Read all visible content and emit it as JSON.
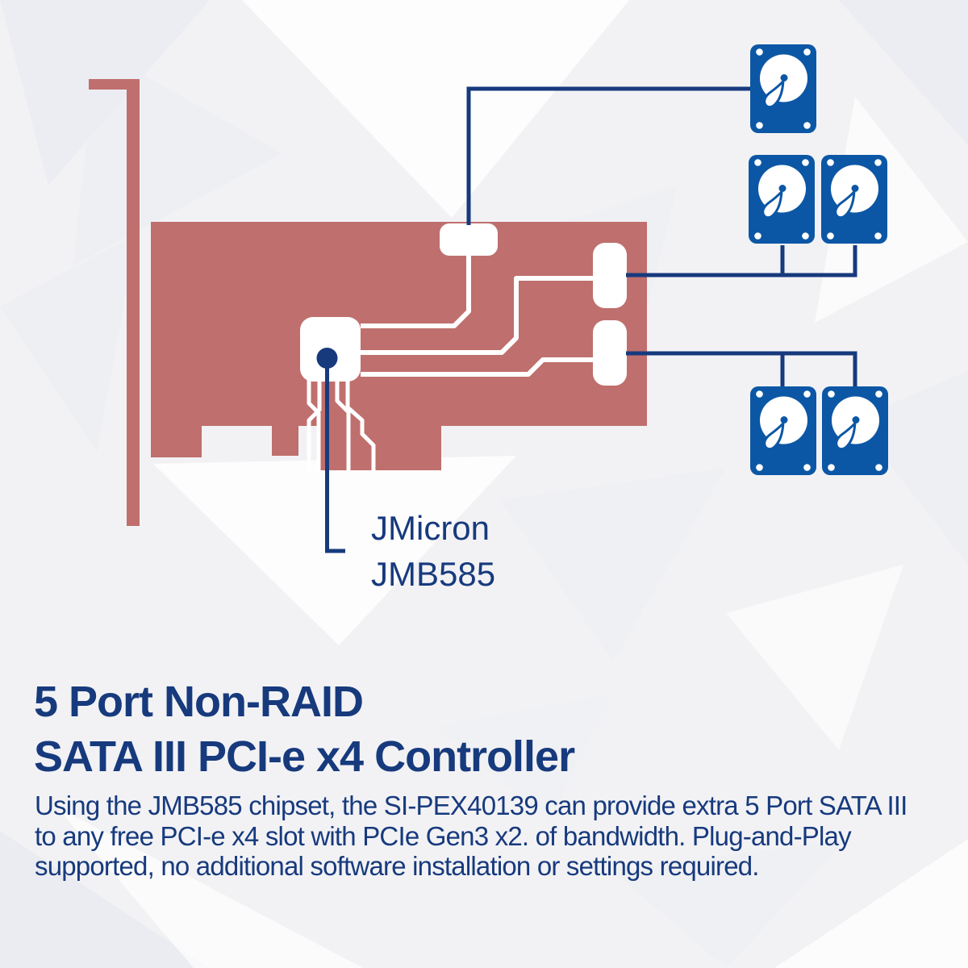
{
  "colors": {
    "navy": "#173A7D",
    "hdd_blue": "#0C57A5",
    "card_pink": "#BF6F6D",
    "background": "#F2F2F5",
    "trace_white": "#FFFFFF"
  },
  "diagram": {
    "chip_label": {
      "line1": "JMicron",
      "line2": "JMB585"
    },
    "icons": {
      "card": "pcie-card",
      "bracket": "pci-bracket",
      "chip": "controller-chip-icon",
      "ports": [
        "sata-port-top",
        "sata-port-right-1",
        "sata-port-right-2"
      ],
      "drives": [
        "hdd-icon",
        "hdd-icon",
        "hdd-icon",
        "hdd-icon",
        "hdd-icon"
      ]
    }
  },
  "heading": {
    "line1": "5 Port Non-RAID",
    "line2": "SATA III PCI-e x4 Controller"
  },
  "description": {
    "line1": "Using the JMB585 chipset, the SI-PEX40139 can provide extra 5 Port SATA III",
    "line2": "to any free PCI-e x4 slot with PCIe Gen3 x2. of bandwidth. Plug-and-Play",
    "line3": "supported, no additional software installation or settings required."
  }
}
